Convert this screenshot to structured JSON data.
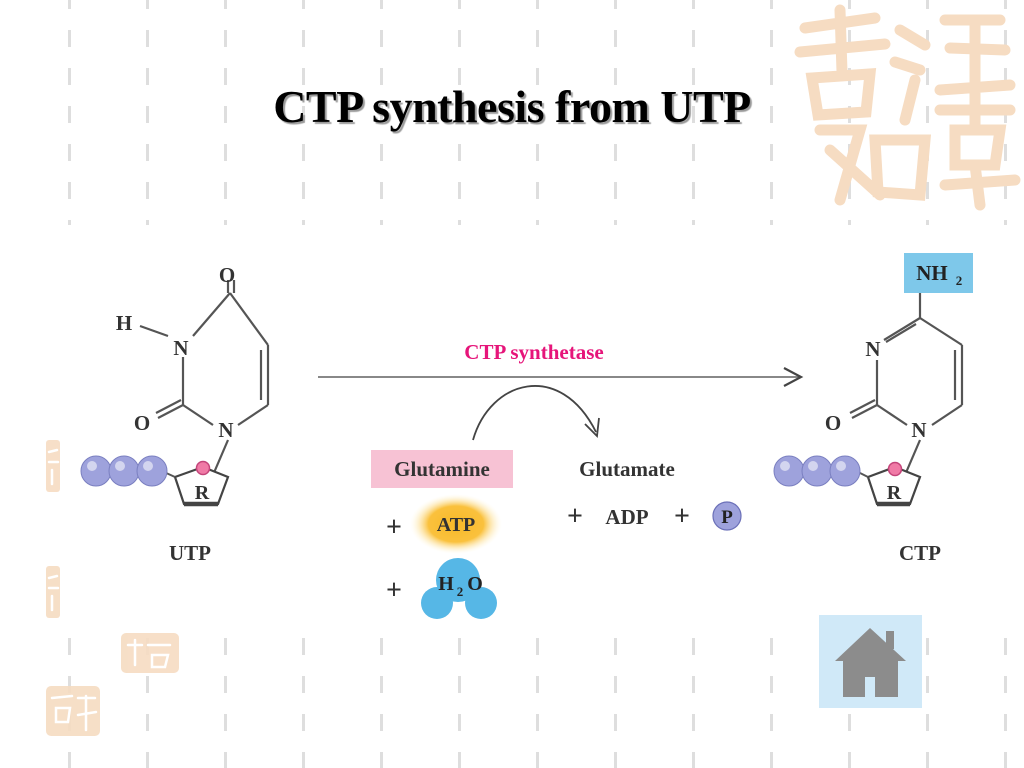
{
  "slide": {
    "title": "CTP synthesis from UTP",
    "watermark_lettering": "吉祥如意"
  },
  "reaction": {
    "enzyme": "CTP synthetase",
    "substrate": {
      "label": "UTP",
      "atoms": {
        "o_top": "O",
        "h": "H",
        "n_left": "N",
        "o_left": "O",
        "n_bottom": "N",
        "ribose": "R"
      }
    },
    "product": {
      "label": "CTP",
      "atoms": {
        "amino": "NH",
        "amino_sub": "2",
        "n_left": "N",
        "o_left": "O",
        "n_bottom": "N",
        "ribose": "R"
      }
    },
    "reactants": [
      {
        "label": "Glutamine"
      },
      {
        "plus": "+",
        "label": "ATP"
      },
      {
        "plus": "+",
        "label": "H",
        "sub": "2",
        "suffix": "O"
      }
    ],
    "products_side": [
      {
        "label": "Glutamate"
      },
      {
        "plus": "+",
        "label": "ADP"
      },
      {
        "plus": "+",
        "label": "P"
      }
    ]
  },
  "colors": {
    "enzyme_text": "#e6157a",
    "phosphate_ball": "#9ea2dc",
    "glutamine_bg": "#f7c2d4",
    "atp_glow": "#f7b928",
    "water": "#56b7e6",
    "amino_bg": "#7ec8ea",
    "watermark": "#f6dcc2",
    "home_bg": "#d0e9f8",
    "home_icon": "#8c8c8c"
  },
  "navigation": {
    "home_icon": "house-icon"
  }
}
